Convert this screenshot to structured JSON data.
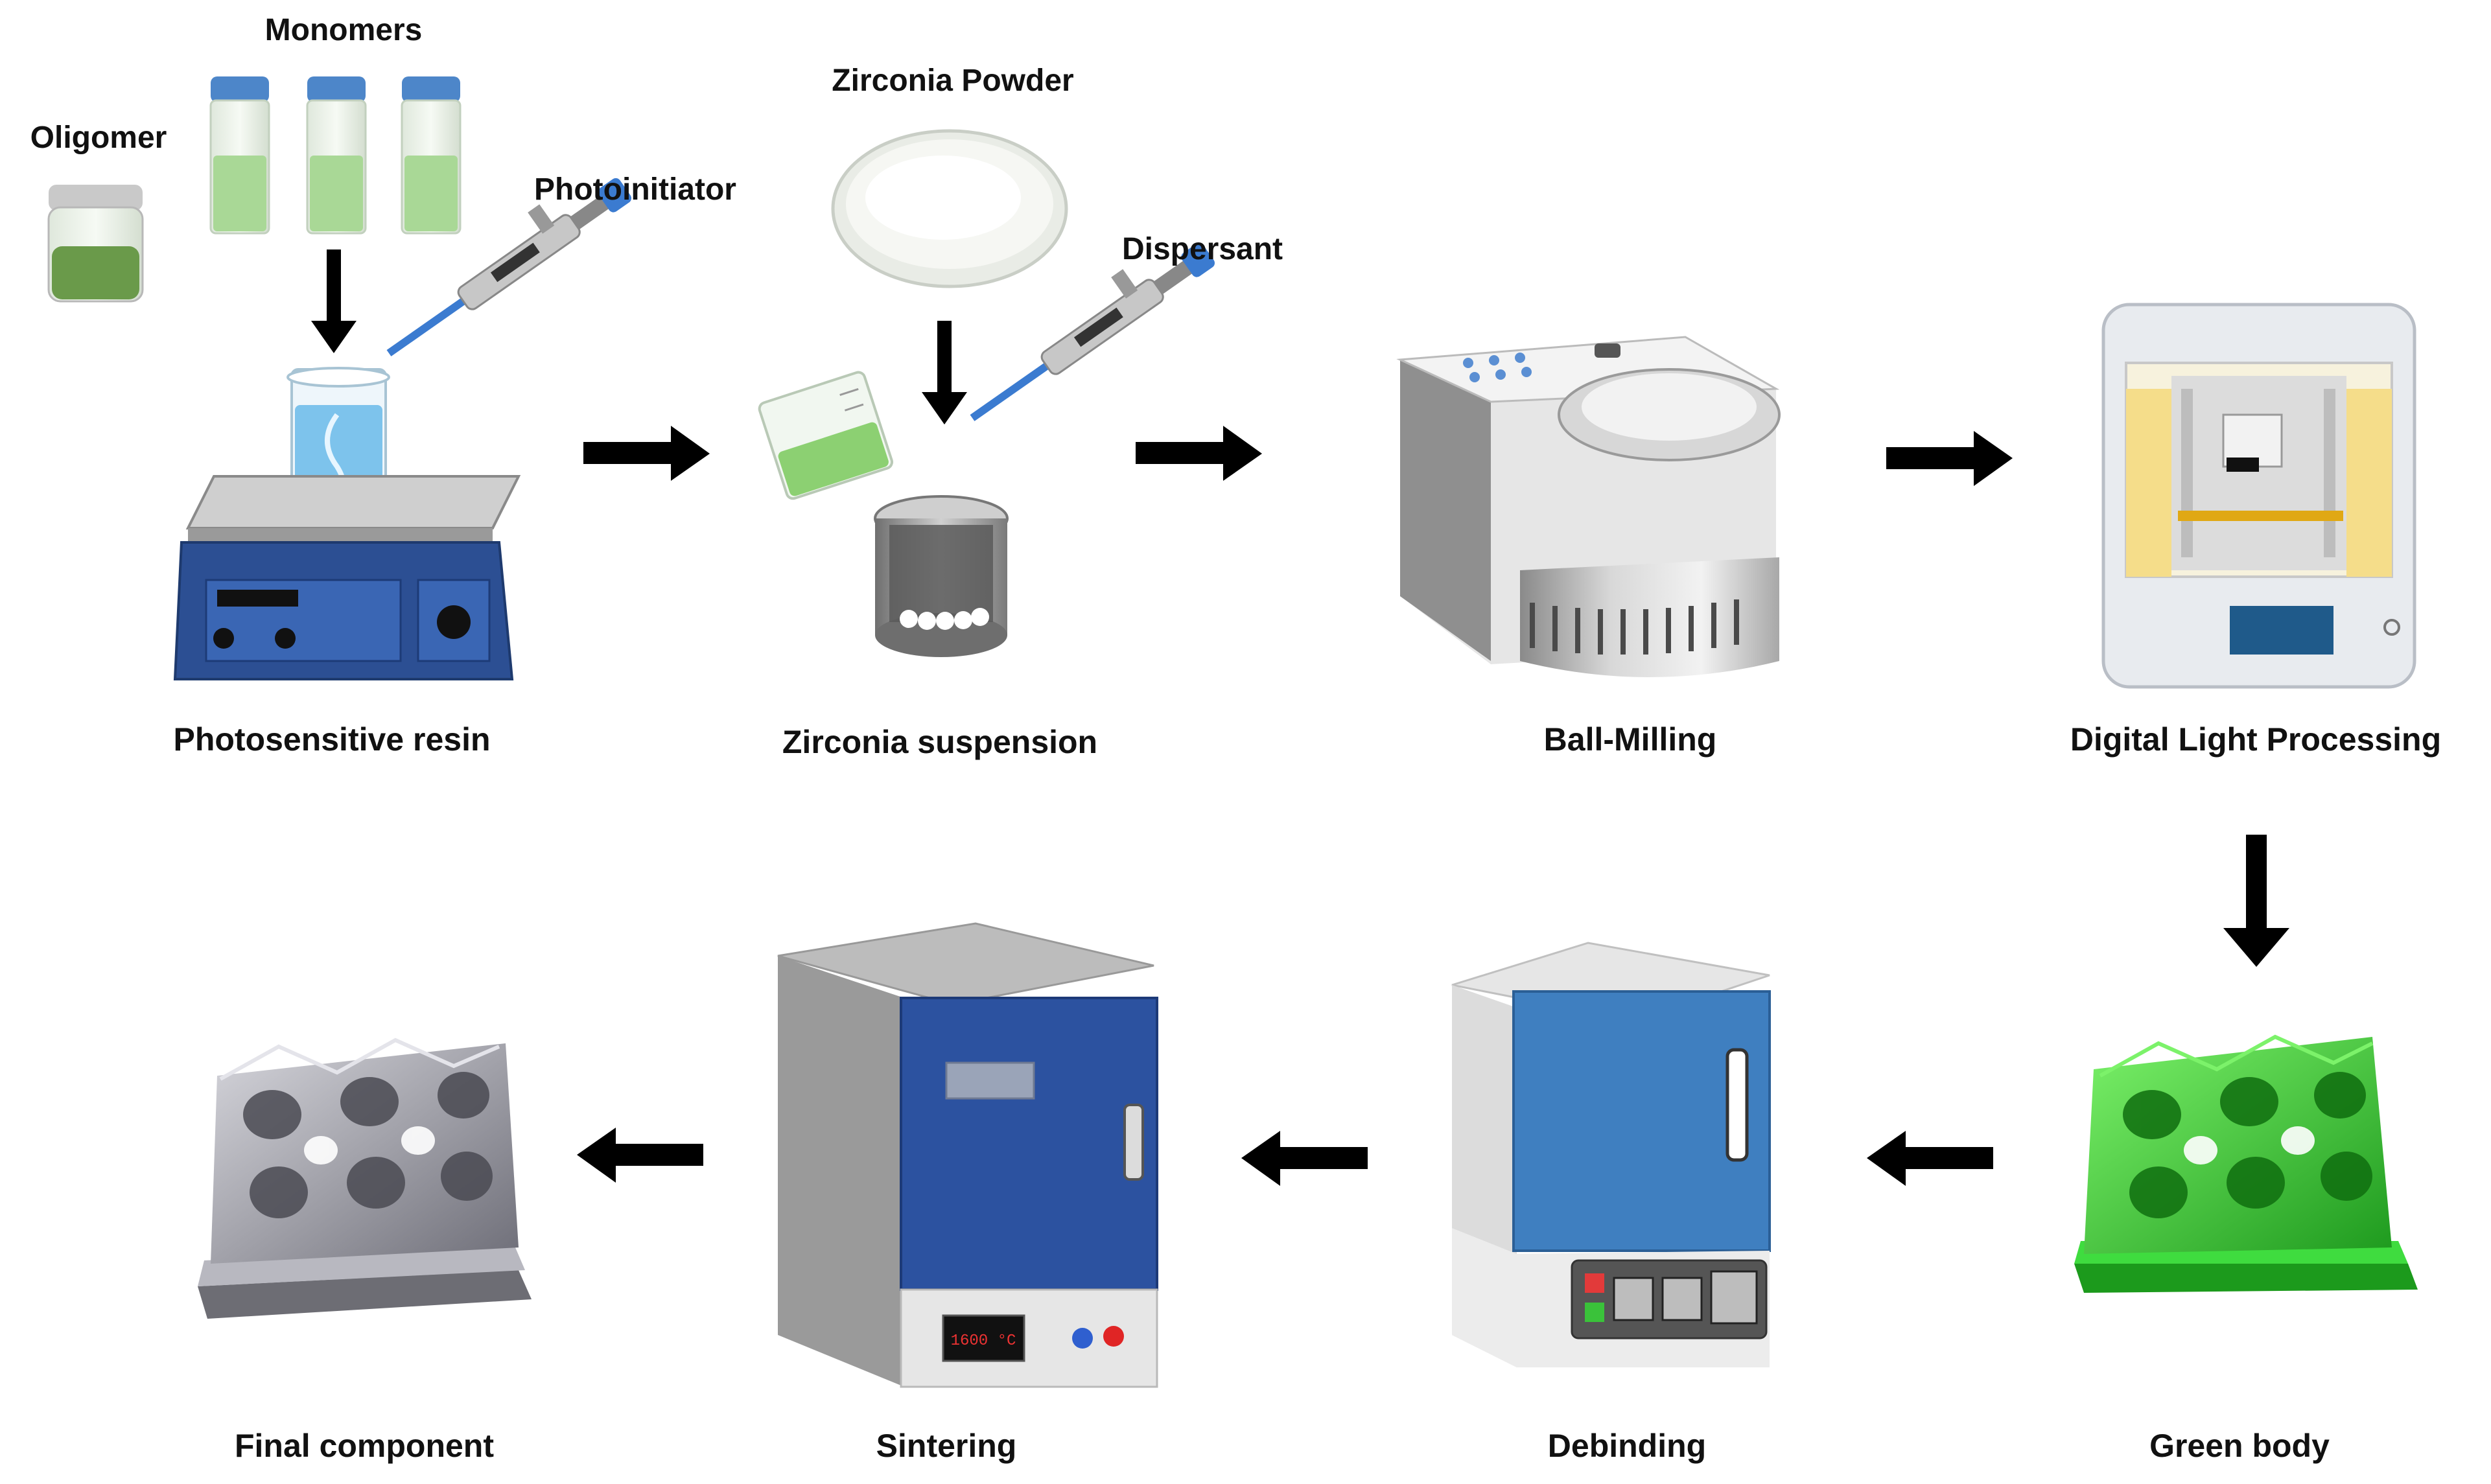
{
  "labels": {
    "monomers": "Monomers",
    "oligomer": "Oligomer",
    "photoinitiator": "Photoinitiator",
    "zirconia_powder": "Zirconia Powder",
    "dispersant": "Dispersant",
    "photosensitive_resin": "Photosensitive resin",
    "zirconia_suspension": "Zirconia suspension",
    "ball_milling": "Ball-Milling",
    "dlp": "Digital Light Processing",
    "green_body": "Green body",
    "debinding": "Debinding",
    "sintering": "Sintering",
    "final_component": "Final component"
  },
  "furnace_display": "1600 °C",
  "colors": {
    "arrow": "#000000",
    "resin_green": "#8cc97a",
    "green_body": "#2ecc2e",
    "furnace_blue": "#2c52a0",
    "debinding_blue": "#3f7fc0",
    "ceramic_gray": "#8e8e96"
  }
}
